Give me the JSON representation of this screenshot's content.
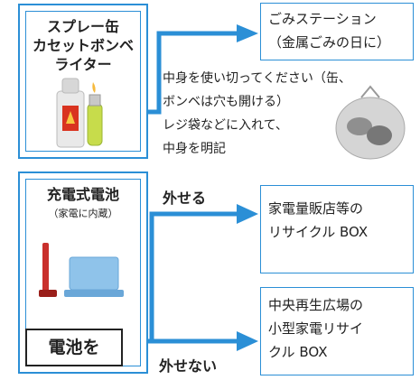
{
  "spray": {
    "lines": [
      "スプレー缶",
      "カセットボンベ",
      "ライター"
    ]
  },
  "garbage_station": {
    "lines": [
      "ごみステーション",
      "（金属ごみの日に）"
    ]
  },
  "spray_note": {
    "lines": [
      "中身を使い切ってください（缶、",
      "ボンベは穴も開ける）",
      "レジ袋などに入れて、",
      "中身を明記"
    ]
  },
  "battery": {
    "title": "充電式電池",
    "subtitle": "（家電に内蔵）",
    "remove_label": "電池を"
  },
  "arrows": {
    "can_remove": "外せる",
    "cannot_remove": "外せない"
  },
  "electronics_store": {
    "lines": [
      "家電量販店等の",
      "リサイクル BOX"
    ]
  },
  "central_plaza": {
    "lines": [
      "中央再生広場の",
      "小型家電リサイ",
      "クル BOX"
    ]
  },
  "colors": {
    "blue": "#2b8fd6",
    "dark": "#222222"
  }
}
